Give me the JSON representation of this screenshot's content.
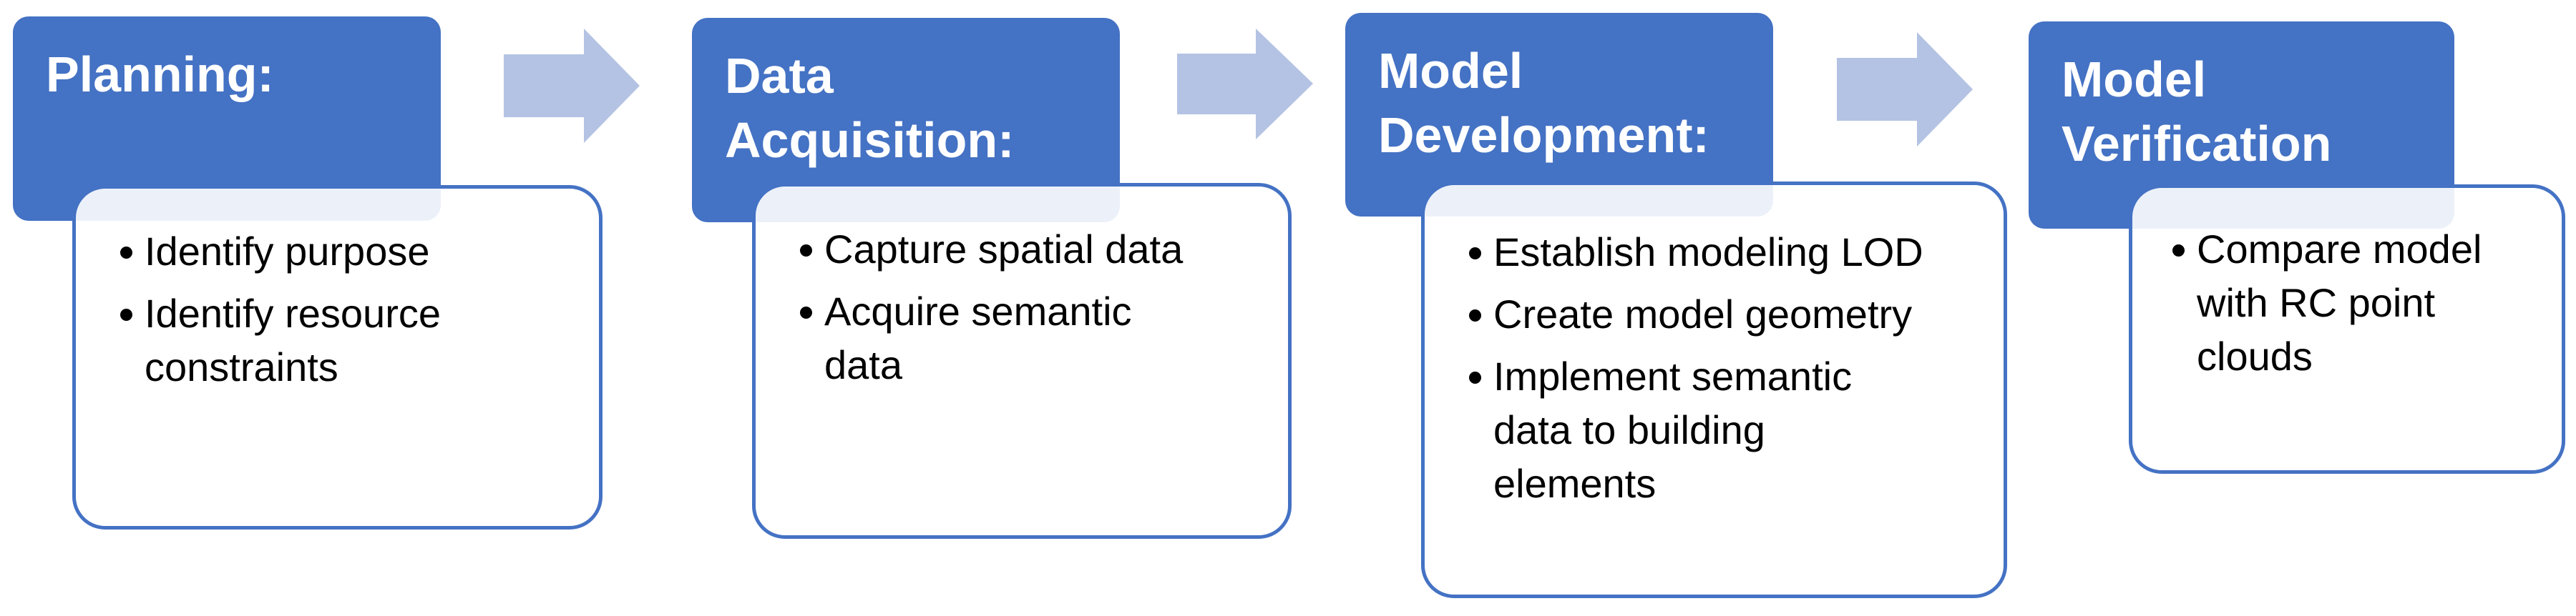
{
  "diagram": {
    "accent_color": "#4472C4",
    "arrow_color": "#B4C3E3",
    "connector": "right-arrow-icon",
    "steps": [
      {
        "title_lines": [
          "Planning:"
        ],
        "items": [
          {
            "lines": [
              "Identify purpose"
            ]
          },
          {
            "lines": [
              "Identify resource",
              "constraints"
            ]
          }
        ]
      },
      {
        "title_lines": [
          "Data",
          "Acquisition:"
        ],
        "items": [
          {
            "lines": [
              "Capture spatial data"
            ]
          },
          {
            "lines": [
              "Acquire semantic",
              "data"
            ]
          }
        ]
      },
      {
        "title_lines": [
          "Model",
          "Development:"
        ],
        "items": [
          {
            "lines": [
              "Establish modeling LOD"
            ]
          },
          {
            "lines": [
              "Create model geometry"
            ]
          },
          {
            "lines": [
              "Implement semantic",
              "data to building",
              "elements"
            ]
          }
        ]
      },
      {
        "title_lines": [
          "Model",
          "Verification"
        ],
        "items": [
          {
            "lines": [
              "Compare model",
              "with RC point",
              "clouds"
            ]
          }
        ]
      }
    ]
  }
}
